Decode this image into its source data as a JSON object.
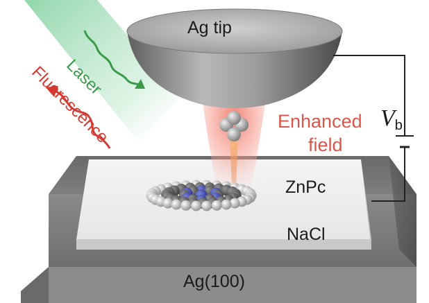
{
  "labels": {
    "tip": "Ag tip",
    "enhanced": "Enhanced",
    "field": "field",
    "molecule": "ZnPc",
    "layer": "NaCl",
    "substrate": "Ag(100)",
    "bias_symbol": "V",
    "bias_subscript": "b",
    "laser": "Laser",
    "fluorescence": "Fluorescence"
  },
  "colors": {
    "laser": "#3a9a4a",
    "fluorescence": "#d23a32",
    "field": "#d9574a"
  }
}
